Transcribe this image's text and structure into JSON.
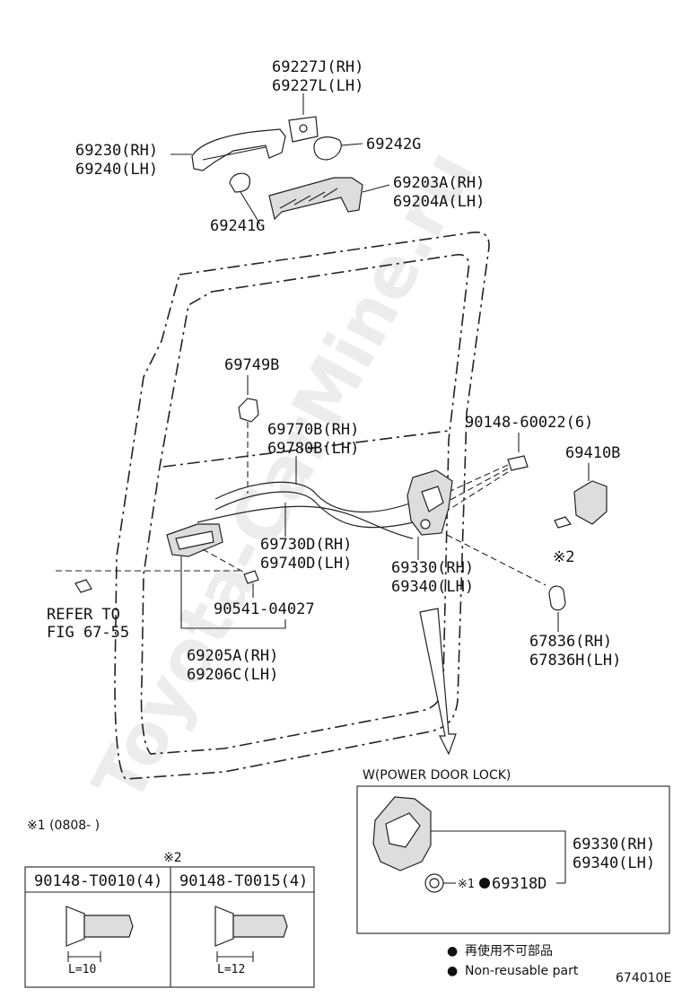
{
  "watermark": "Toyota-CarMine.ru",
  "labels": {
    "p69227": [
      "69227J(RH)",
      "69227L(LH)"
    ],
    "p69230": [
      "69230(RH)",
      "69240(LH)"
    ],
    "p69242": "69242G",
    "p69203": [
      "69203A(RH)",
      "69204A(LH)"
    ],
    "p69241": "69241G",
    "p69749": "69749B",
    "p69770": [
      "69770B(RH)",
      "69780B(LH)"
    ],
    "p90148": "90148-60022(6)",
    "p69410": "69410B",
    "p69730": [
      "69730D(RH)",
      "69740D(LH)"
    ],
    "p69330": [
      "69330(RH)",
      "69340(LH)"
    ],
    "mark2": "※2",
    "refer": [
      "REFER TO",
      "FIG 67-55"
    ],
    "p90541": "90541-04027",
    "p69205": [
      "69205A(RH)",
      "69206C(LH)"
    ],
    "p67836": [
      "67836(RH)",
      "67836H(LH)"
    ]
  },
  "inset": {
    "title": "W(POWER DOOR LOCK)",
    "part_labels": [
      "69330(RH)",
      "69340(LH)"
    ],
    "sub_mark": "※1",
    "sub_part": "69318D"
  },
  "footnote1": "※1 (0808-       )",
  "table": {
    "mark": "※2",
    "columns": [
      {
        "header": "90148-T0010(4)",
        "length": "L=10"
      },
      {
        "header": "90148-T0015(4)",
        "length": "L=12"
      }
    ]
  },
  "legend": {
    "bullet": "●",
    "japanese": "再使用不可部品",
    "english": "Non-reusable part"
  },
  "diagram_id": "674010E"
}
